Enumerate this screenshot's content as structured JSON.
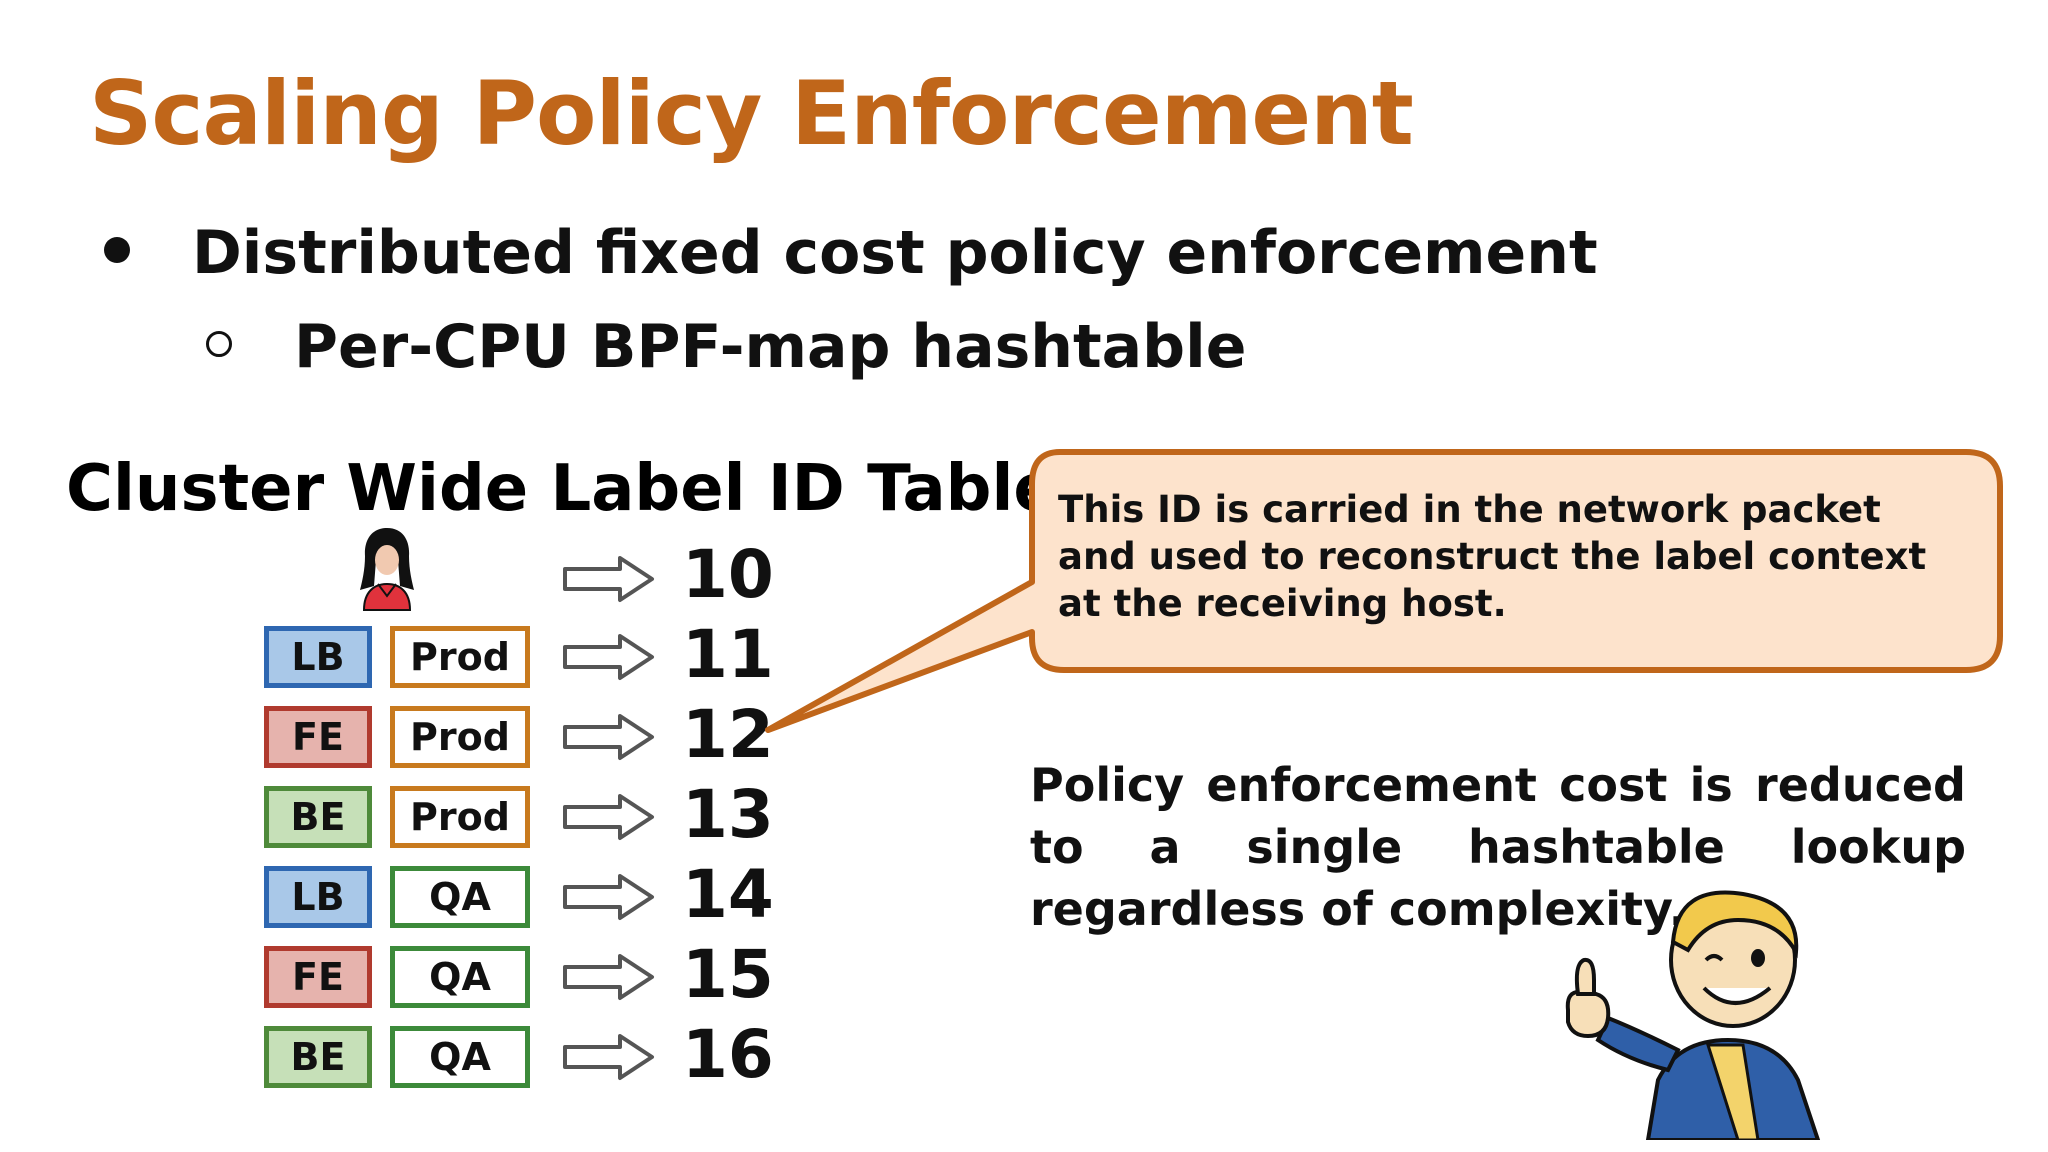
{
  "slide": {
    "title": "Scaling Policy Enforcement",
    "bullet1": "Distributed fixed cost policy enforcement",
    "bullet2": "Per-CPU BPF-map hashtable",
    "table_heading": "Cluster Wide Label ID Table:",
    "callout": "This ID is carried in the network packet and used to reconstruct the label context at the receiving host.",
    "policy_note": "Policy enforcement cost is reduced to a single hashtable lookup regardless of complexity."
  },
  "table": {
    "person_id": "10",
    "rows": [
      {
        "left": "LB",
        "right": "Prod",
        "id": "11"
      },
      {
        "left": "FE",
        "right": "Prod",
        "id": "12"
      },
      {
        "left": "BE",
        "right": "Prod",
        "id": "13"
      },
      {
        "left": "LB",
        "right": "QA",
        "id": "14"
      },
      {
        "left": "FE",
        "right": "QA",
        "id": "15"
      },
      {
        "left": "BE",
        "right": "QA",
        "id": "16"
      }
    ]
  },
  "colors": {
    "title": "#c0661a",
    "LB_fill": "#a9c8e8",
    "LB_border": "#2e67b1",
    "FE_fill": "#e6b3ad",
    "FE_border": "#b03a2e",
    "BE_fill": "#c6e0b8",
    "BE_border": "#4e8a3a",
    "Prod_border": "#c87a1e",
    "QA_border": "#3c8a3a",
    "callout_fill": "#fde3cc",
    "callout_border": "#c0661a"
  },
  "icons": {
    "person": "person-icon",
    "arrow": "right-arrow-icon",
    "mascot": "thumbs-up-mascot-icon"
  }
}
